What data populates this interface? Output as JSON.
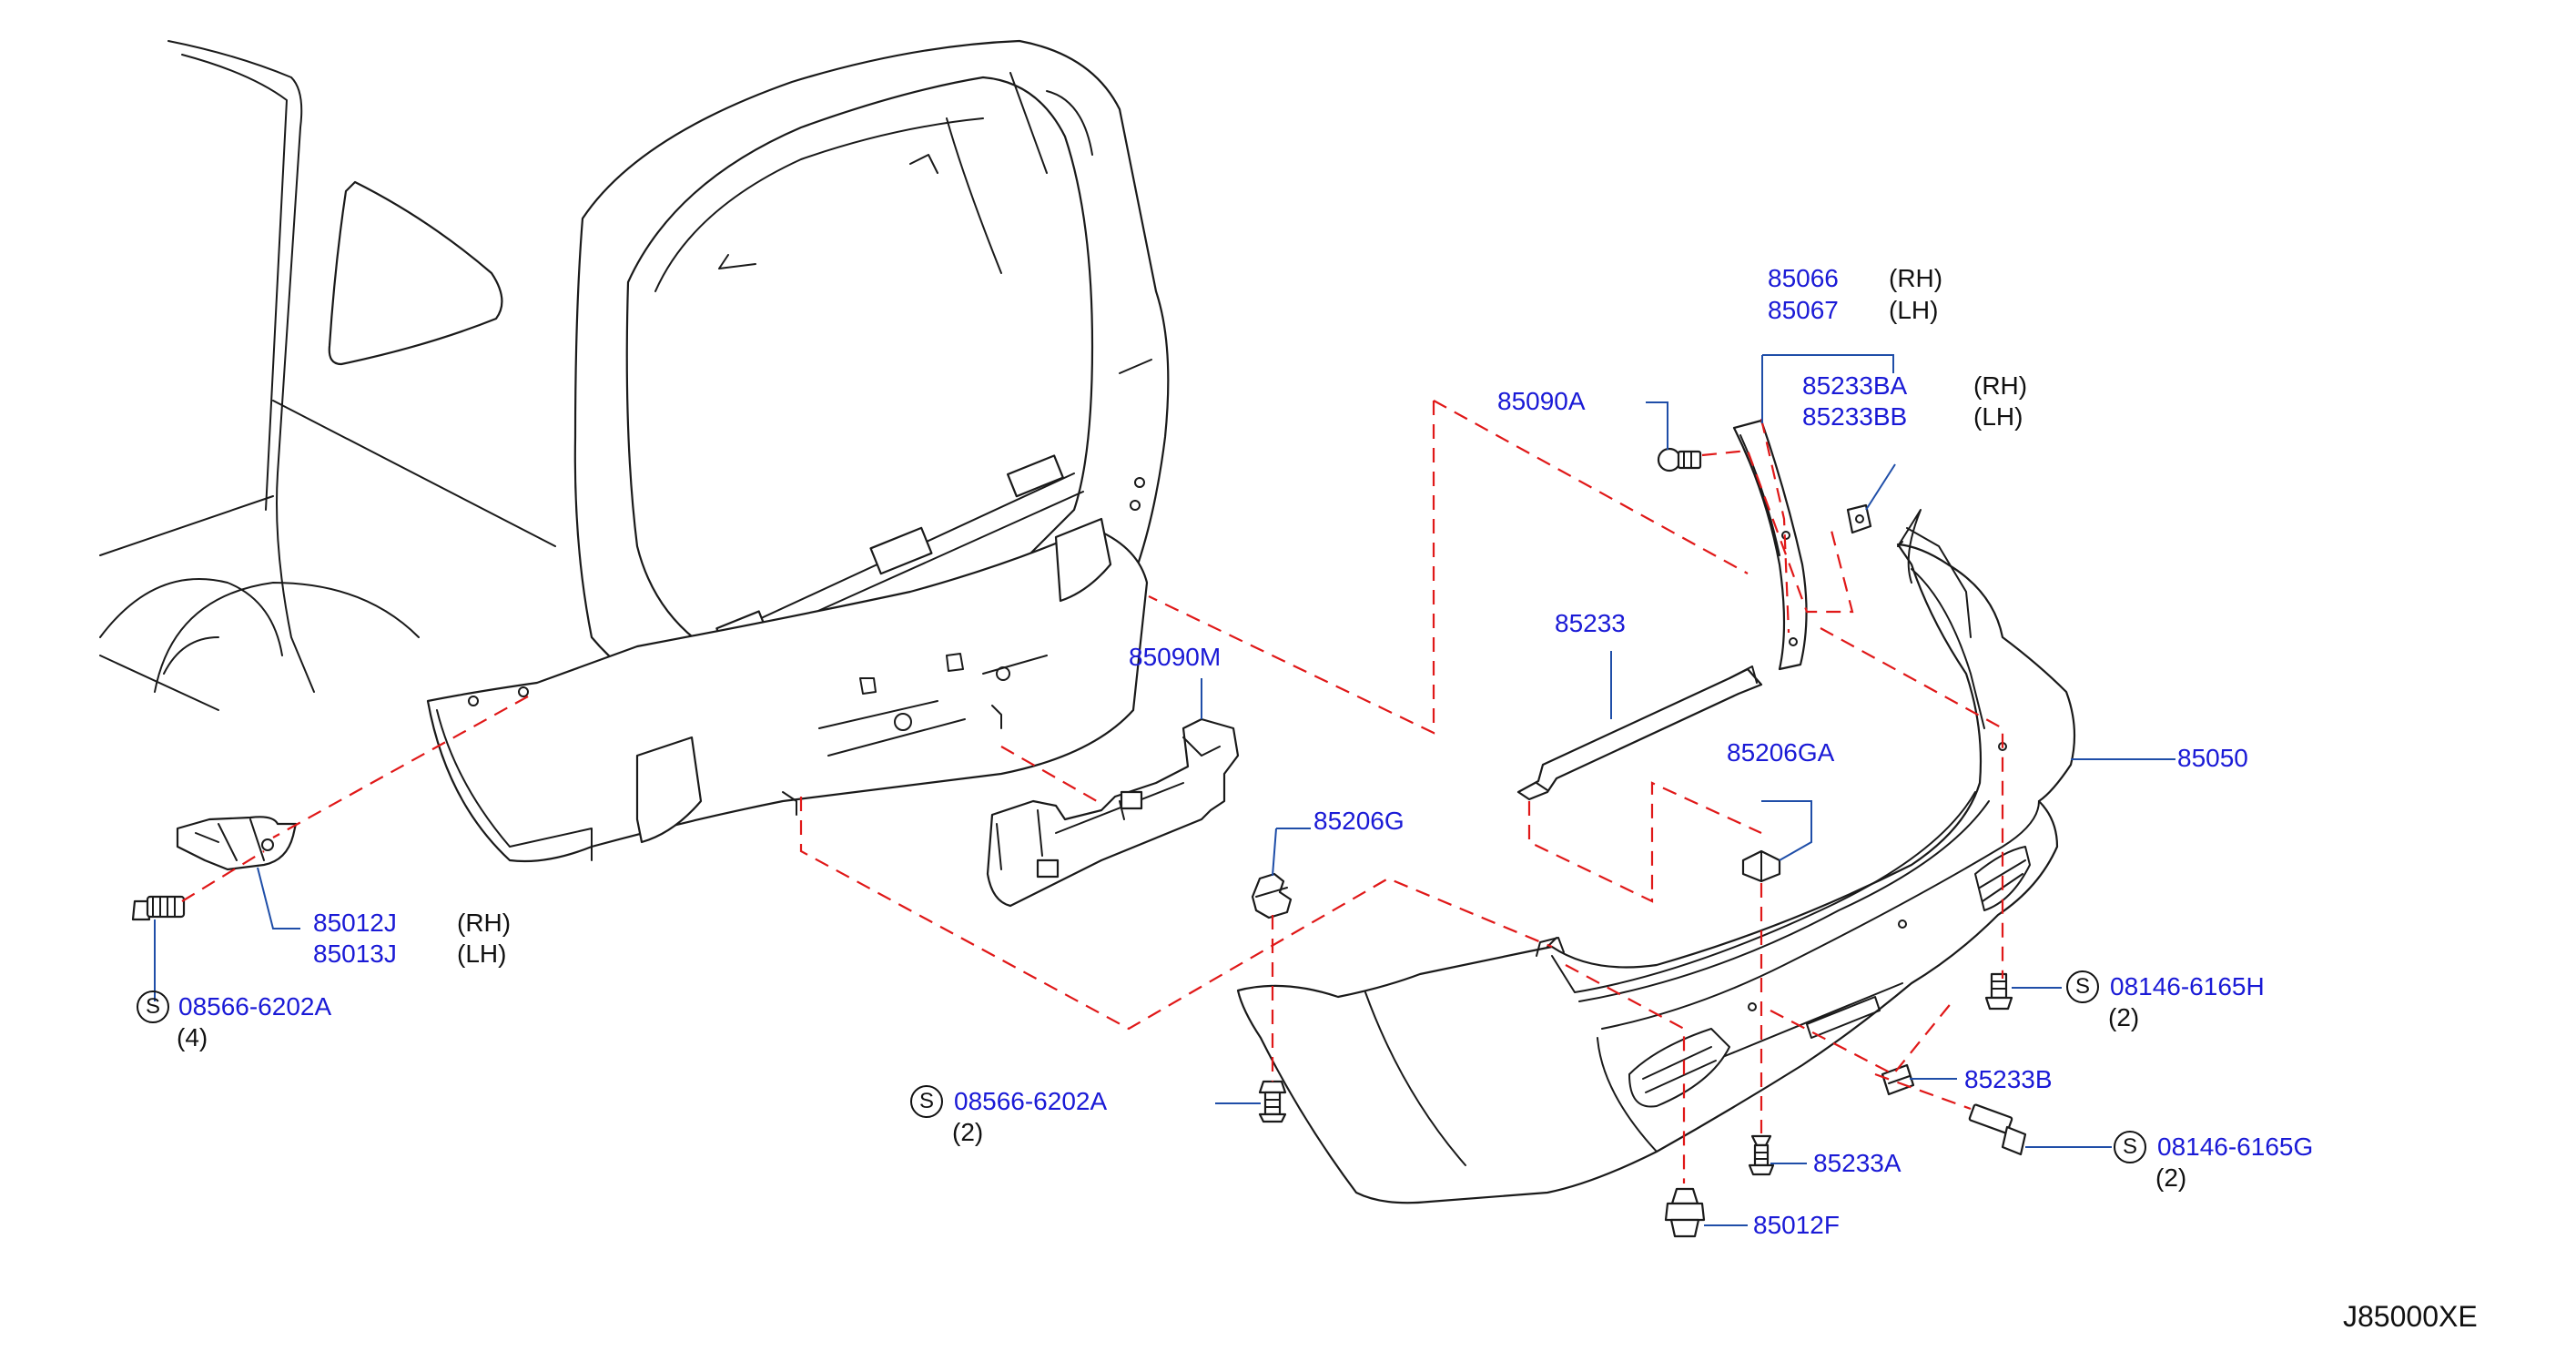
{
  "parts": {
    "p85066": "85066",
    "p85067": "85067",
    "p85233BA": "85233BA",
    "p85233BB": "85233BB",
    "p85090A": "85090A",
    "p85090M": "85090M",
    "p85233": "85233",
    "p85206GA": "85206GA",
    "p85050": "85050",
    "p85206G": "85206G",
    "p85012J": "85012J",
    "p85013J": "85013J",
    "p08566_6202A_a": "08566-6202A",
    "p08566_6202A_b": "08566-6202A",
    "p08146_6165H": "08146-6165H",
    "p08146_6165G": "08146-6165G",
    "p85233B": "85233B",
    "p85233A": "85233A",
    "p85012F": "85012F"
  },
  "notes": {
    "rh": "(RH)",
    "lh": "(LH)",
    "qty4": "(4)",
    "qty2": "(2)",
    "screw_symbol": "S"
  },
  "diagram_code": "J85000XE",
  "colors": {
    "part_number": "#1a1ad6",
    "leader": "#1f4ea8",
    "guide_dash": "#e01818",
    "line_art": "#1a1a1a"
  }
}
